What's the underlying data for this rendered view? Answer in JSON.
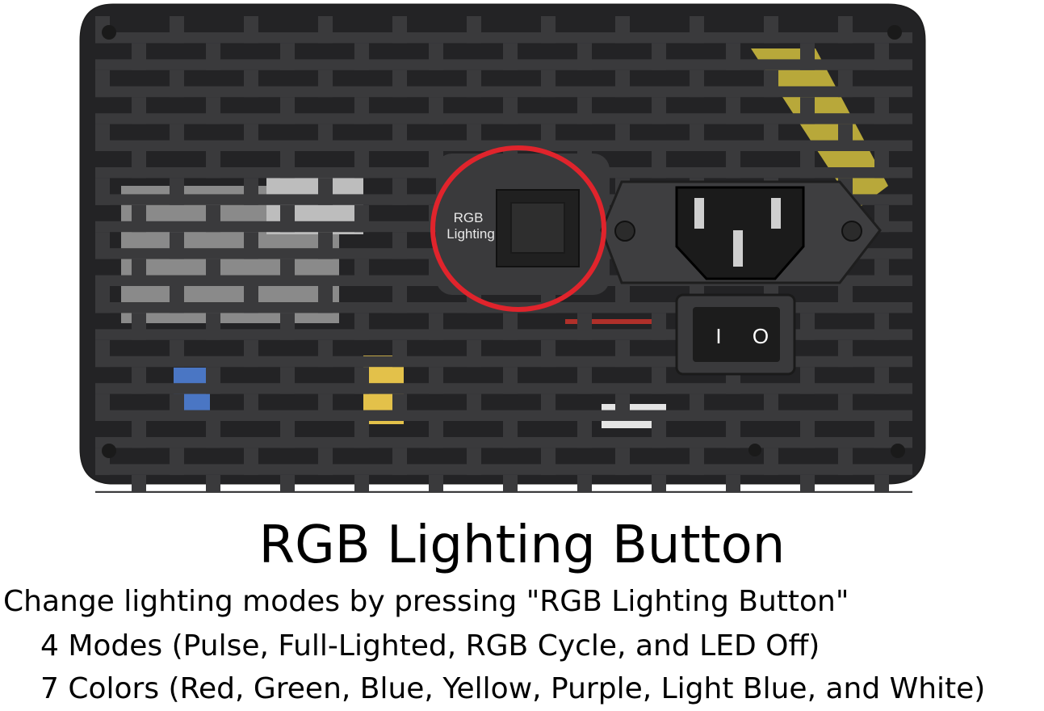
{
  "image": {
    "button_label_line1": "RGB",
    "button_label_line2": "Lighting",
    "power_switch_on_symbol": "I",
    "power_switch_off_symbol": "O",
    "highlight_color": "#e0242c",
    "panel_color": "#3a3a3c"
  },
  "caption": {
    "title": "RGB Lighting Button",
    "line1": "Change lighting modes by pressing \"RGB Lighting Button\"",
    "line2": "4 Modes (Pulse, Full-Lighted, RGB Cycle, and LED Off)",
    "line3": "7 Colors (Red, Green, Blue, Yellow, Purple, Light Blue, and White)"
  }
}
